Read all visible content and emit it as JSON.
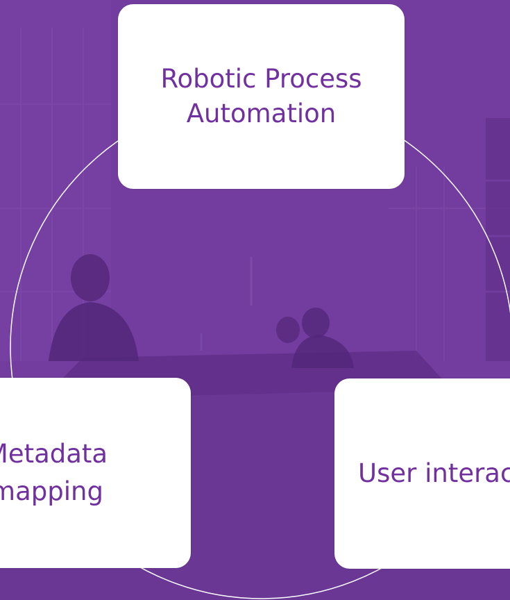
{
  "diagram": {
    "nodes": [
      {
        "id": "top",
        "label": "Robotic Process Automation"
      },
      {
        "id": "left",
        "label": "Metadata mapping"
      },
      {
        "id": "right",
        "label": "User interaction"
      }
    ],
    "colors": {
      "background": "#7a45a6",
      "node_fill": "#ffffff",
      "node_text": "#7030a0",
      "cycle_line": "#ffffff"
    },
    "background_scene": "office-photo"
  }
}
